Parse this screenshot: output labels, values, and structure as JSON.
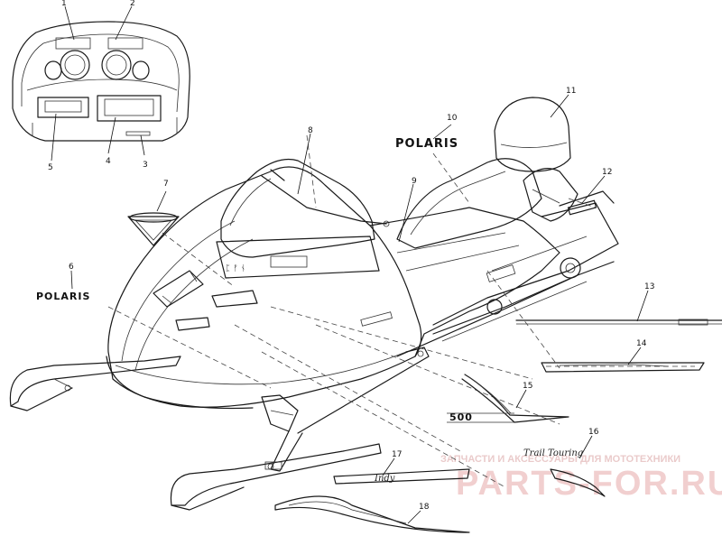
{
  "decals": {
    "polaris_large": "POLARIS",
    "polaris_small": "POLARIS",
    "decal_17_text": "Indy",
    "decal_16_text": "Trail Touring",
    "decal_15_text": "500"
  },
  "callouts": [
    "1",
    "2",
    "3",
    "4",
    "5",
    "6",
    "7",
    "8",
    "9",
    "10",
    "11",
    "12",
    "13",
    "14",
    "15",
    "16",
    "17",
    "18"
  ],
  "watermark": {
    "line1": "ЗАПЧАСТИ И АКСЕССУАРЫ ДЛЯ МОТОТЕХНИКИ",
    "line2": "PARTS-FOR.RU",
    "color": "#e8b4b4"
  }
}
